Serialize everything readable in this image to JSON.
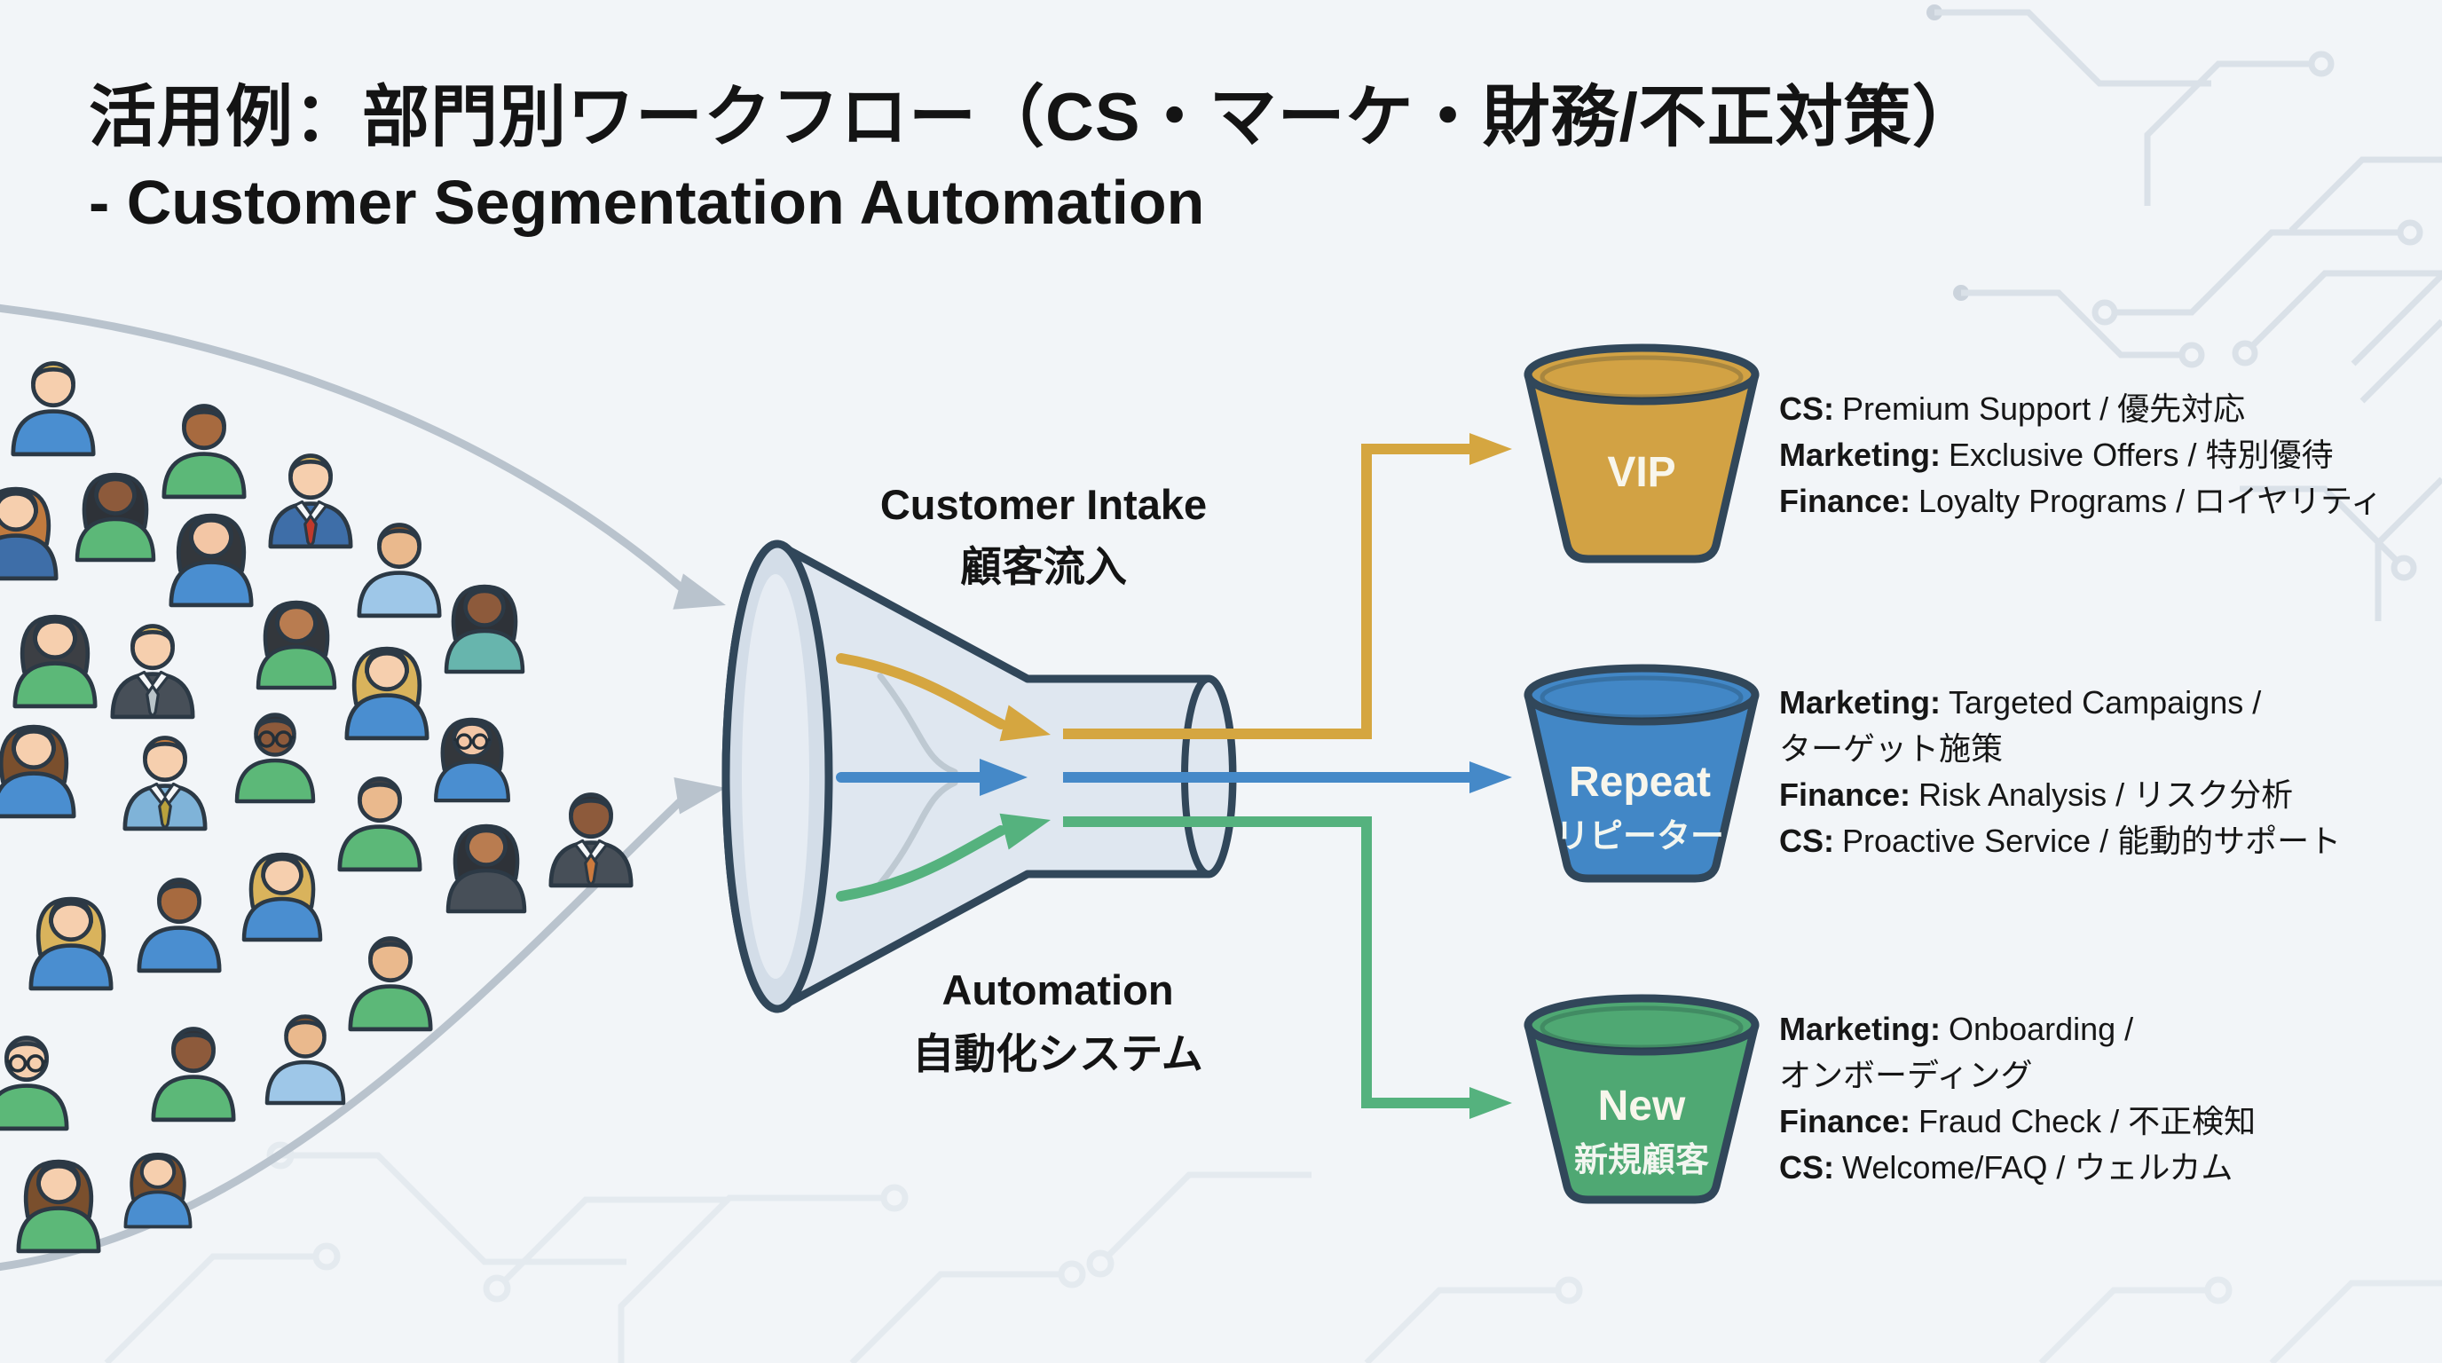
{
  "title": {
    "line1": "活用例：部門別ワークフロー（CS・マーケ・財務/不正対策）",
    "line2": "- Customer Segmentation Automation"
  },
  "funnel": {
    "intake_label_en": "Customer Intake",
    "intake_label_jp": "顧客流入",
    "automation_label_en": "Automation",
    "automation_label_jp": "自動化システム"
  },
  "buckets": [
    {
      "id": "vip",
      "name_en": "VIP",
      "name_jp": "",
      "color": "#D2A244",
      "lines": [
        {
          "label": "CS:",
          "text": "Premium Support / 優先対応"
        },
        {
          "label": "Marketing:",
          "text": "Exclusive Offers / 特別優待"
        },
        {
          "label": "Finance:",
          "text": "Loyalty Programs / ロイヤリティ"
        }
      ]
    },
    {
      "id": "repeat",
      "name_en": "Repeat",
      "name_jp": "リピーター",
      "color": "#4287C6",
      "lines": [
        {
          "label": "Marketing:",
          "text": "Targeted Campaigns /"
        },
        {
          "label": "",
          "text": "ターゲット施策"
        },
        {
          "label": "Finance:",
          "text": "Risk Analysis / リスク分析"
        },
        {
          "label": "CS:",
          "text": "Proactive Service / 能動的サポート"
        }
      ]
    },
    {
      "id": "new",
      "name_en": "New",
      "name_jp": "新規顧客",
      "color": "#4FA873",
      "lines": [
        {
          "label": "Marketing:",
          "text": "Onboarding /"
        },
        {
          "label": "",
          "text": "オンボーディング"
        },
        {
          "label": "Finance:",
          "text": "Fraud Check / 不正検知"
        },
        {
          "label": "CS:",
          "text": "Welcome/FAQ / ウェルカム"
        }
      ]
    }
  ],
  "crowd": {
    "description": "crowd of diverse customer avatars flowing into funnel",
    "count": 28
  },
  "colors": {
    "bg": "#F2F5F8",
    "ink": "#141414",
    "outline": "#31475A",
    "gold": "#D5A640",
    "blue": "#4589C8",
    "green": "#55B27E",
    "funnelfill": "#DFE7F0",
    "funnelmouth": "#D3DDE8",
    "funnelinner": "#E9EFF5",
    "swoosh": "#B9C3CD",
    "circuit": "#DAE1E8",
    "circuitfaint": "#E4EAEF"
  }
}
